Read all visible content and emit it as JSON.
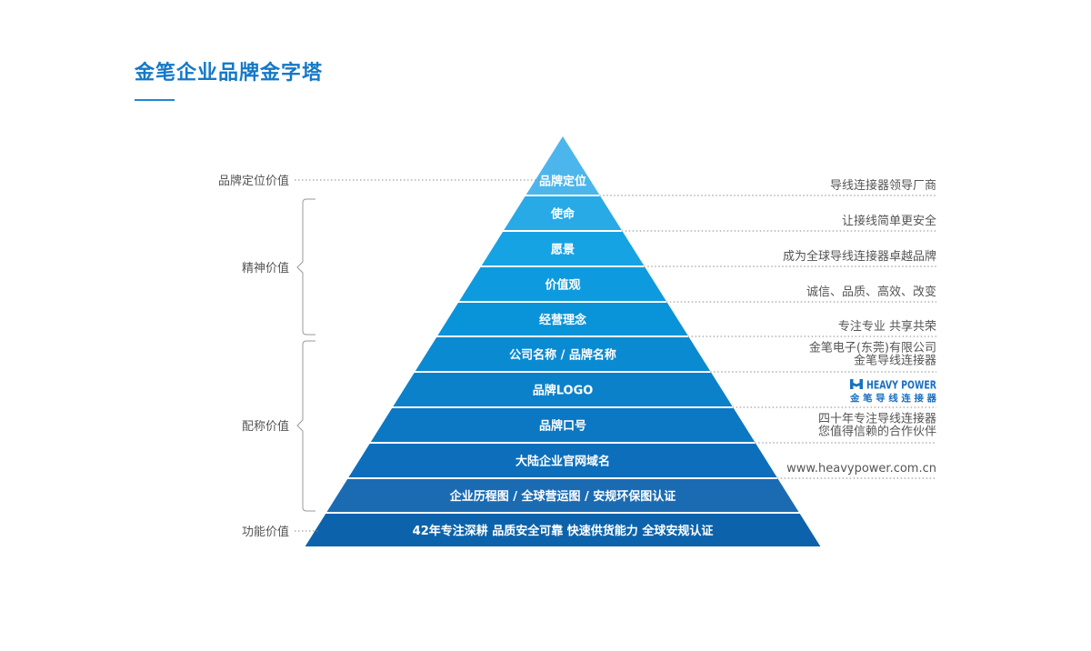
{
  "title": "金笔企业品牌金字塔",
  "colors": {
    "title": "#1478c8",
    "levels": [
      "#4cb6ec",
      "#27aae6",
      "#16a3e4",
      "#0e9ade",
      "#0993d8",
      "#0a8ad1",
      "#0b81ca",
      "#0c78c3",
      "#0d6fbb",
      "#1b6bb3",
      "#0c63ab"
    ]
  },
  "categories": [
    {
      "label": "品牌定位价值"
    },
    {
      "label": "精神价值"
    },
    {
      "label": "配称价值"
    },
    {
      "label": "功能价值"
    }
  ],
  "levels": [
    {
      "label": "品牌定位",
      "desc": [
        "导线连接器领导厂商"
      ]
    },
    {
      "label": "使命",
      "desc": [
        "让接线简单更安全"
      ]
    },
    {
      "label": "愿景",
      "desc": [
        "成为全球导线连接器卓越品牌"
      ]
    },
    {
      "label": "价值观",
      "desc": [
        "诚信、品质、高效、改变"
      ]
    },
    {
      "label": "经营理念",
      "desc": [
        "专注专业  共享共荣"
      ]
    },
    {
      "label": "公司名称 / 品牌名称",
      "desc": [
        "金笔电子(东莞)有限公司",
        "金笔导线连接器"
      ]
    },
    {
      "label": "品牌LOGO",
      "desc": []
    },
    {
      "label": "品牌口号",
      "desc": [
        "四十年专注导线连接器",
        "您值得信赖的合作伙伴"
      ]
    },
    {
      "label": "大陆企业官网域名",
      "desc": [
        "www.heavypower.com.cn"
      ]
    },
    {
      "label": "企业历程图 / 全球营运图 / 安规环保图认证",
      "desc": []
    },
    {
      "label": "42年专注深耕     品质安全可靠     快速供货能力     全球安规认证",
      "desc": []
    }
  ],
  "logo": {
    "name": "HEAVY POWER",
    "sub": "金 笔 导 线 连 接 器",
    "icon": "heavy-power-h-icon"
  }
}
